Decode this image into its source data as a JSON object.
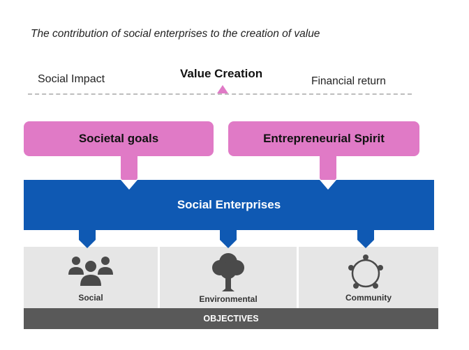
{
  "header": {
    "subtitle": "The contribution of social enterprises to the creation of value"
  },
  "axis": {
    "left_label": "Social Impact",
    "center_label": "Value Creation",
    "right_label": "Financial return"
  },
  "goals": [
    {
      "label": "Societal goals"
    },
    {
      "label": "Entrepreneurial Spirit"
    }
  ],
  "band": {
    "label": "Social Enterprises"
  },
  "objectives": {
    "items": [
      {
        "label": "Social",
        "icon": "people-group-icon"
      },
      {
        "label": "Environmental",
        "icon": "tree-icon"
      },
      {
        "label": "Community",
        "icon": "community-circle-icon"
      }
    ],
    "footer_label": "OBJECTIVES"
  },
  "colors": {
    "pink": "#e07ac6",
    "blue": "#0f59b3",
    "panel_gray": "#e6e6e6",
    "bar_gray": "#595959",
    "icon_gray": "#4a4a4a"
  }
}
